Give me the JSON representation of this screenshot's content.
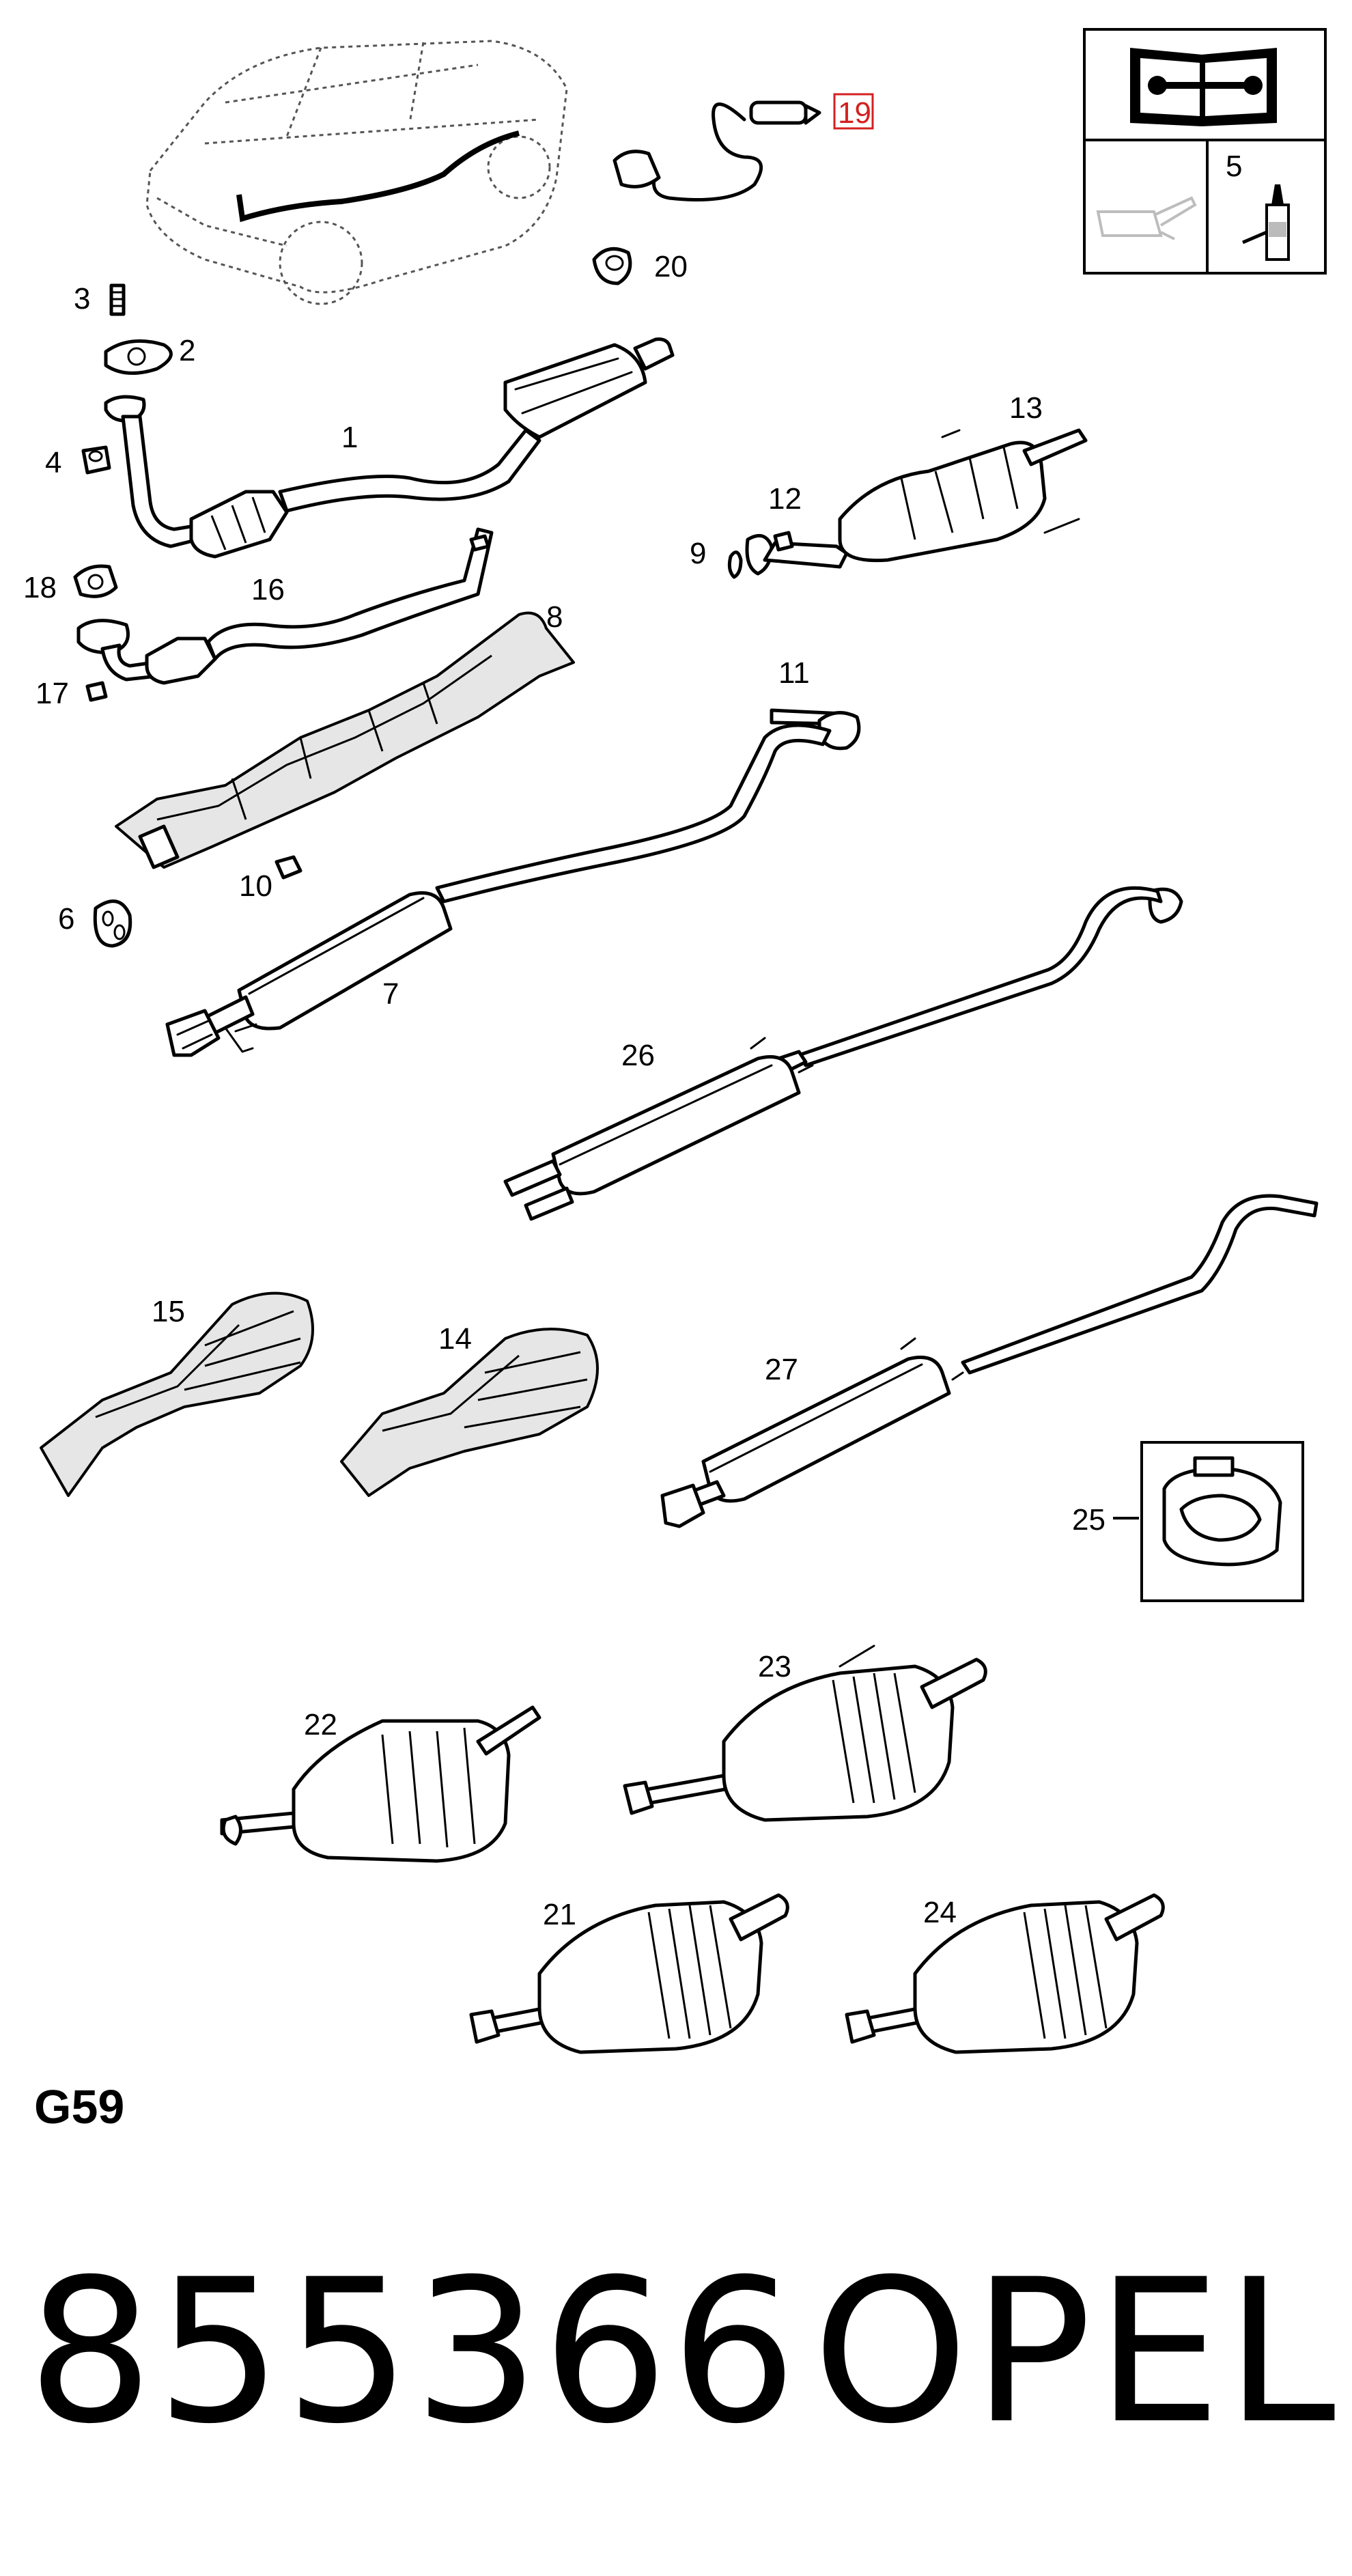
{
  "diagram": {
    "callouts": {
      "c1": "1",
      "c2": "2",
      "c3": "3",
      "c4": "4",
      "c5": "5",
      "c6": "6",
      "c7": "7",
      "c8": "8",
      "c9": "9",
      "c10": "10",
      "c11": "11",
      "c12": "12",
      "c13": "13",
      "c14": "14",
      "c15": "15",
      "c16": "16",
      "c17": "17",
      "c18": "18",
      "c19": "19",
      "c20": "20",
      "c21": "21",
      "c22": "22",
      "c23": "23",
      "c24": "24",
      "c25": "25",
      "c26": "26",
      "c27": "27"
    },
    "highlighted_callout": "19",
    "highlight_color": "#d42020",
    "icons": [
      "service-manual-icon",
      "oil-can-icon",
      "sealant-bottle-icon"
    ]
  },
  "footer": {
    "group_code": "G59",
    "part_number": "855366",
    "brand": "OPEL"
  }
}
